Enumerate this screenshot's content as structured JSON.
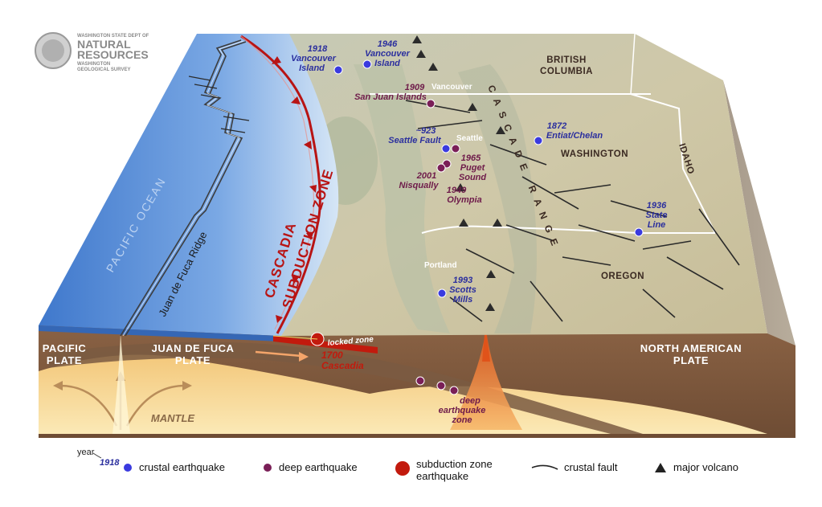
{
  "logo": {
    "line1": "WASHINGTON STATE DEPT OF",
    "line2": "NATURAL",
    "line3": "RESOURCES",
    "line4": "WASHINGTON",
    "line5": "GEOLOGICAL SURVEY"
  },
  "labels": {
    "pacific_ocean": "PACIFIC OCEAN",
    "ridge": "Juan de Fuca Ridge",
    "subduction_line1": "CASCADIA",
    "subduction_line2": "SUBDUCTION ZONE",
    "cascade_range": "CASCADE RANGE",
    "british_columbia_1": "BRITISH",
    "british_columbia_2": "COLUMBIA",
    "washington": "WASHINGTON",
    "idaho": "IDAHO",
    "oregon": "OREGON",
    "vancouver": "Vancouver",
    "seattle": "Seattle",
    "portland": "Portland",
    "pacific_plate_1": "PACIFIC",
    "pacific_plate_2": "PLATE",
    "jdf_plate_1": "JUAN DE FUCA",
    "jdf_plate_2": "PLATE",
    "na_plate_1": "NORTH AMERICAN",
    "na_plate_2": "PLATE",
    "mantle": "MANTLE",
    "locked_zone": "locked zone",
    "cascadia_1700_1": "1700",
    "cascadia_1700_2": "Cascadia",
    "deep_zone_1": "deep",
    "deep_zone_2": "earthquake",
    "deep_zone_3": "zone"
  },
  "earthquakes": {
    "vi1918_1": "1918",
    "vi1918_2": "Vancouver",
    "vi1918_3": "Island",
    "vi1946_1": "1946",
    "vi1946_2": "Vancouver",
    "vi1946_3": "Island",
    "sj1909_1": "1909",
    "sj1909_2": "San Juan Islands",
    "sf923_1": "~923",
    "sf923_2": "Seattle Fault",
    "ec1872_1": "1872",
    "ec1872_2": "Entiat/Chelan",
    "ps1965_1": "1965",
    "ps1965_2": "Puget",
    "ps1965_3": "Sound",
    "n2001_1": "2001",
    "n2001_2": "Nisqually",
    "o1949_1": "1949",
    "o1949_2": "Olympia",
    "sl1936_1": "1936",
    "sl1936_2": "State",
    "sl1936_3": "Line",
    "sm1993_1": "1993",
    "sm1993_2": "Scotts",
    "sm1993_3": "Mills"
  },
  "legend": {
    "year_word": "year",
    "year_example": "1918",
    "crustal_earthquake": "crustal earthquake",
    "deep_earthquake": "deep earthquake",
    "subduction_line1": "subduction zone",
    "subduction_line2": "earthquake",
    "crustal_fault": "crustal fault",
    "major_volcano": "major volcano"
  },
  "colors": {
    "crustal_earthquake": "#3a3adf",
    "deep_earthquake": "#7a1f57",
    "subduction_earthquake": "#c21a0d",
    "subduction_zone_line": "#b81414",
    "ocean": "#5a8ed6",
    "land": "#c9c6ad",
    "crust": "#7d5a40",
    "mantle": "#f5d48a"
  },
  "icons": {
    "volcano": "triangle-icon",
    "earthquake": "circle-icon"
  }
}
